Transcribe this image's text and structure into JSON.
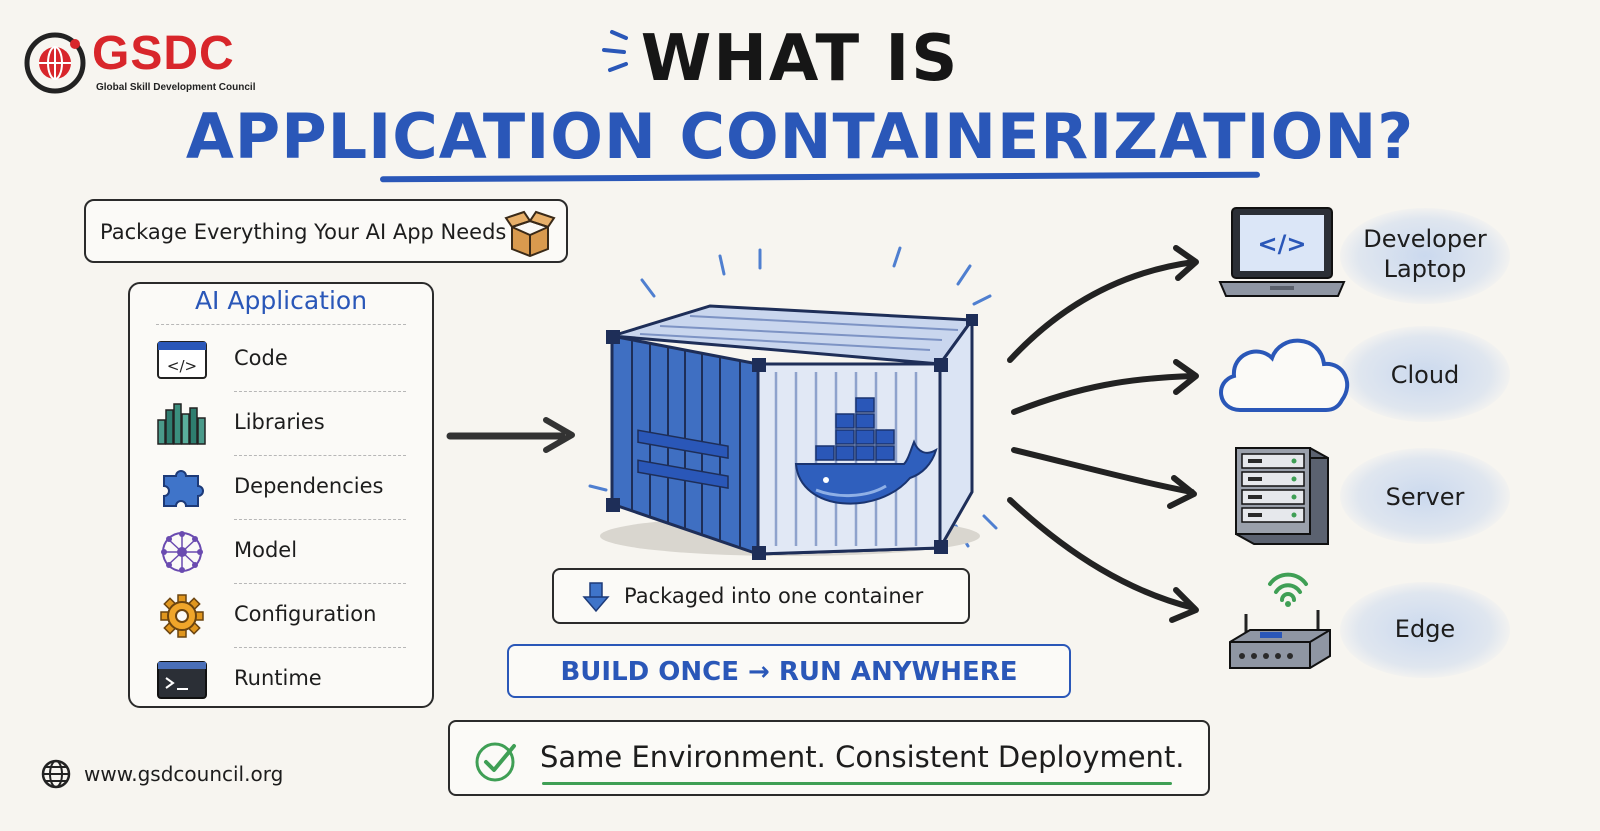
{
  "logo": {
    "brand": "GSDC",
    "tagline": "Global Skill Development Council",
    "icon": "globe-target-icon",
    "color": "#d8262b"
  },
  "title": {
    "line1": "WHAT IS",
    "line2": "APPLICATION CONTAINERIZATION?"
  },
  "package_box": {
    "label": "Package Everything Your AI App Needs",
    "icon": "open-box-icon"
  },
  "app_panel": {
    "heading": "AI Application",
    "items": [
      {
        "label": "Code",
        "icon": "code-window-icon"
      },
      {
        "label": "Libraries",
        "icon": "library-books-icon"
      },
      {
        "label": "Dependencies",
        "icon": "puzzle-piece-icon"
      },
      {
        "label": "Model",
        "icon": "neural-network-icon"
      },
      {
        "label": "Configuration",
        "icon": "gear-icon"
      },
      {
        "label": "Runtime",
        "icon": "terminal-icon"
      }
    ]
  },
  "container": {
    "icon": "docker-whale-icon"
  },
  "packaged": {
    "label": "Packaged into one container",
    "icon": "arrow-down-icon"
  },
  "build": {
    "label": "BUILD ONCE → RUN ANYWHERE"
  },
  "same": {
    "label": "Same Environment. Consistent Deployment.",
    "icon": "check-circle-icon"
  },
  "targets": [
    {
      "label": "Developer Laptop",
      "icon": "laptop-icon"
    },
    {
      "label": "Cloud",
      "icon": "cloud-icon"
    },
    {
      "label": "Server",
      "icon": "server-rack-icon"
    },
    {
      "label": "Edge",
      "icon": "edge-router-icon"
    }
  ],
  "website": {
    "label": "www.gsdcouncil.org",
    "icon": "globe-icon"
  },
  "colors": {
    "accent_blue": "#2a57b8",
    "brand_red": "#d8262b",
    "check_green": "#3f9f55",
    "background": "#f7f5f0"
  }
}
